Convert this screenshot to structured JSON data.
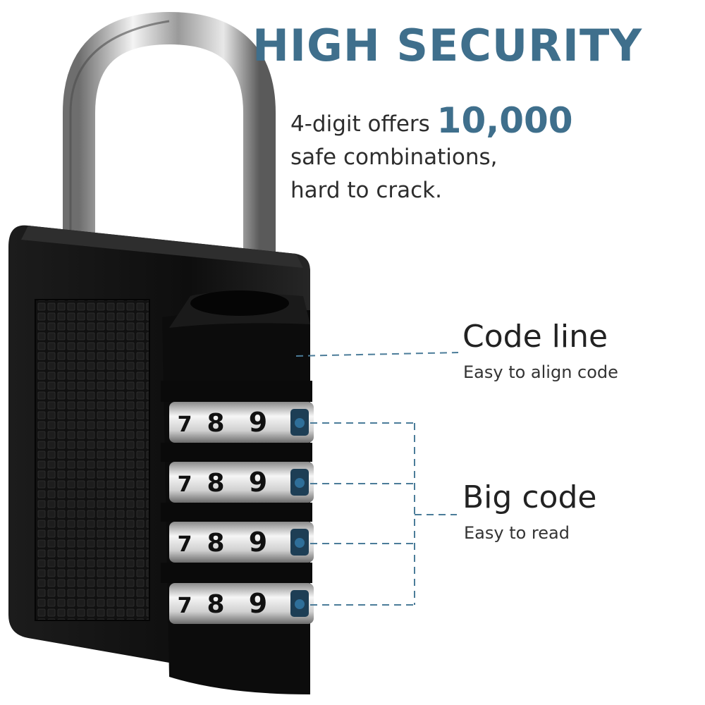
{
  "headline": "HIGH SECURITY",
  "description": {
    "prefix": "4-digit offers",
    "highlight": "10,000",
    "line2": "safe combinations,",
    "line3": "hard to crack."
  },
  "features": [
    {
      "title": "Code line",
      "subtitle": "Easy to align code"
    },
    {
      "title": "Big code",
      "subtitle": "Easy to read"
    }
  ],
  "dial_digits": [
    "7",
    "8",
    "9"
  ],
  "colors": {
    "accent": "#3f6f8c",
    "lock_body": "#141414",
    "dial_marker": "#2f6f99",
    "guide_line": "#4b7c99"
  }
}
